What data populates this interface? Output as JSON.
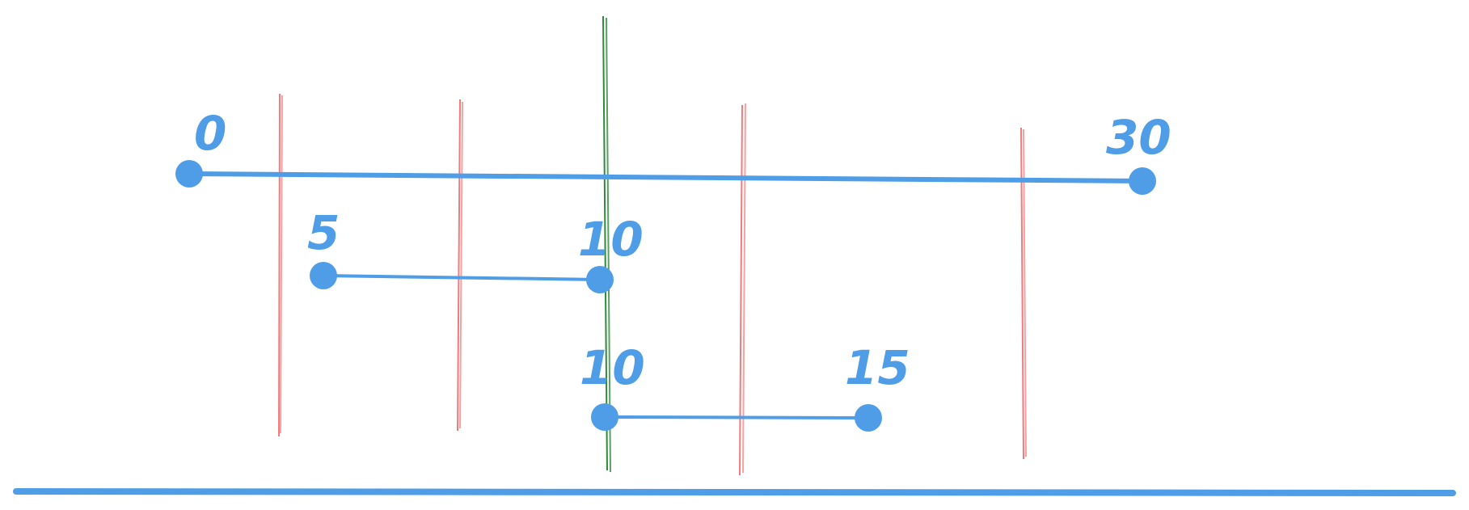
{
  "colors": {
    "interval": "#4f9de6",
    "red_line": "#f27a7a",
    "green_line": "#2e8b3a"
  },
  "labels": {
    "a_start": "0",
    "a_end": "30",
    "b_start": "5",
    "b_end": "10",
    "c_start": "10",
    "c_end": "15"
  }
}
